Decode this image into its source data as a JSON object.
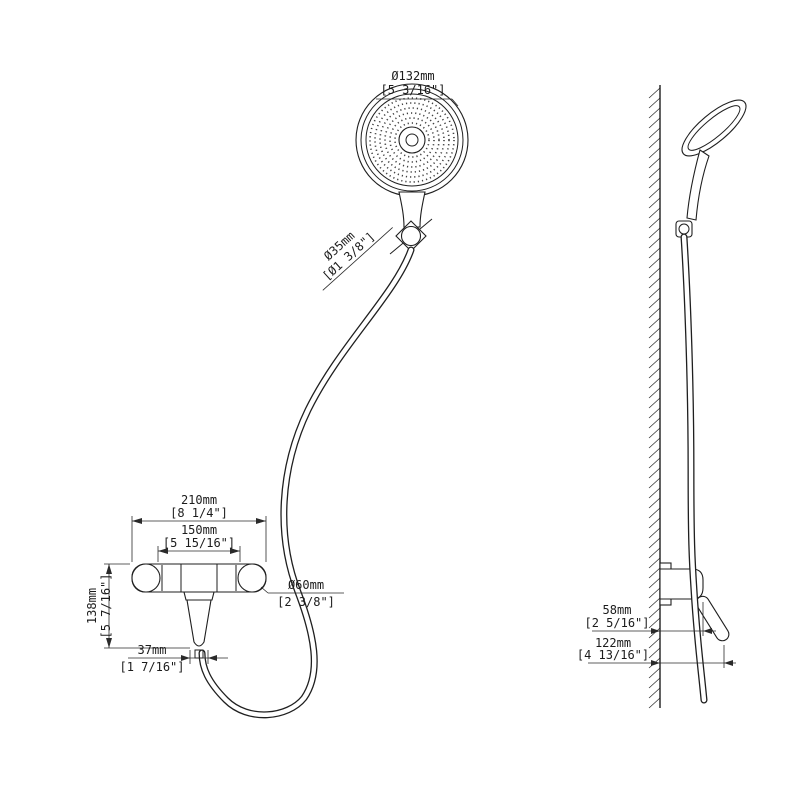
{
  "drawing": {
    "type": "shower-faucet-technical-drawing",
    "line_color": "#1f1f1f",
    "background": "#ffffff",
    "front": {
      "head_dia_mm": "Ø132mm",
      "head_dia_in": "[5 3/16\"]",
      "holder_dia_mm": "Ø35mm",
      "holder_dia_in": "[Ø1 3/8\"]",
      "body_width_mm": "210mm",
      "body_width_in": "[8 1/4\"]",
      "centers_width_mm": "150mm",
      "centers_width_in": "[5 15/16\"]",
      "escutcheon_dia_mm": "Ø60mm",
      "escutcheon_dia_in": "[2 3/8\"]",
      "body_height_mm": "138mm",
      "body_height_in": "[5 7/16\"]",
      "handle_width_mm": "37mm",
      "handle_width_in": "[1 7/16\"]"
    },
    "side": {
      "body_depth_mm": "58mm",
      "body_depth_in": "[2 5/16\"]",
      "total_depth_mm": "122mm",
      "total_depth_in": "[4 13/16\"]"
    }
  }
}
